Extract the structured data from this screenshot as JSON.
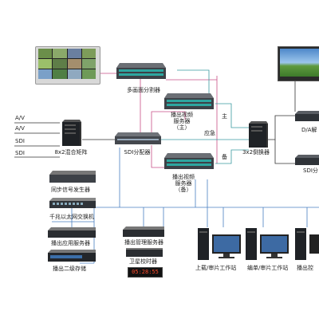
{
  "inputs": [
    "A/V",
    "A/V",
    "SDI",
    "SDI"
  ],
  "labels": {
    "matrix": "8x2混合矩阵",
    "multiviewer": "多画面分割器",
    "sdi_splitter": "SDI分配器",
    "server_main": "播出视频\n服务器\n（主）",
    "server_backup": "播出视频\n服务器\n（备）",
    "switcher": "3x2倒换器",
    "da": "D/A解",
    "sdi_right": "SDI分",
    "sync_gen": "同步信号发生器",
    "ethernet_switch": "千兆以太网交换机",
    "app_server": "播出应用服务器",
    "storage": "播出二级存储",
    "mgmt_server": "播出管理服务器",
    "sat_clock": "卫星校时器",
    "upload_ws": "上载/审片工作站",
    "edit_ws": "编单/审片工作站",
    "control_ws": "播出控",
    "line_main": "主",
    "line_emergency": "应急",
    "line_backup": "备"
  },
  "clock_display": "05:28:55",
  "colors": {
    "wire_blue": "#4a7fc1",
    "wire_teal": "#3a9aa0",
    "wire_pink": "#c84f86",
    "wire_dark": "#333333"
  }
}
